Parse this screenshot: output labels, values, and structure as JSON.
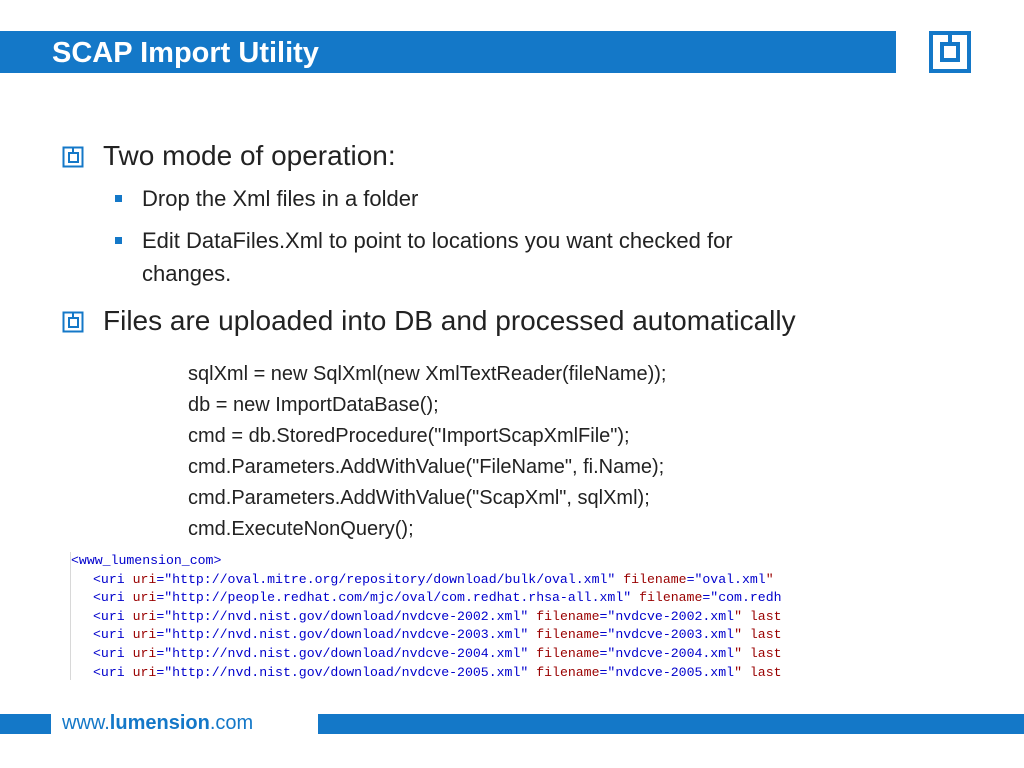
{
  "slide": {
    "title": "SCAP Import Utility"
  },
  "bullets": {
    "b1": "Two mode of operation:",
    "b1_sub1": "Drop the Xml files in a folder",
    "b1_sub2_line1": "Edit DataFiles.Xml to point to locations you want checked for",
    "b1_sub2_line2": "changes.",
    "b2": "Files are uploaded into DB and processed automatically"
  },
  "code_lines": [
    "sqlXml = new SqlXml(new XmlTextReader(fileName));",
    "db = new ImportDataBase();",
    "cmd = db.StoredProcedure(\"ImportScapXmlFile\");",
    "cmd.Parameters.AddWithValue(\"FileName\", fi.Name);",
    "cmd.Parameters.AddWithValue(\"ScapXml\", sqlXml);",
    "cmd.ExecuteNonQuery();"
  ],
  "xml": {
    "root_tag": "<www_lumension_com>",
    "rows": [
      {
        "uri": "http://oval.mitre.org/repository/download/bulk/oval.xml",
        "filename": "oval.xml",
        "tail": "\""
      },
      {
        "uri": "http://people.redhat.com/mjc/oval/com.redhat.rhsa-all.xml",
        "filename": "com.redh",
        "tail": ""
      },
      {
        "uri": "http://nvd.nist.gov/download/nvdcve-2002.xml",
        "filename": "nvdcve-2002.xml",
        "tail": "\" last"
      },
      {
        "uri": "http://nvd.nist.gov/download/nvdcve-2003.xml",
        "filename": "nvdcve-2003.xml",
        "tail": "\" last"
      },
      {
        "uri": "http://nvd.nist.gov/download/nvdcve-2004.xml",
        "filename": "nvdcve-2004.xml",
        "tail": "\" last"
      },
      {
        "uri": "http://nvd.nist.gov/download/nvdcve-2005.xml",
        "filename": "nvdcve-2005.xml",
        "tail": "\" last"
      }
    ]
  },
  "footer": {
    "prefix": "www.",
    "brand": "lumension",
    "suffix": ".com"
  },
  "colors": {
    "accent": "#1478c8"
  }
}
